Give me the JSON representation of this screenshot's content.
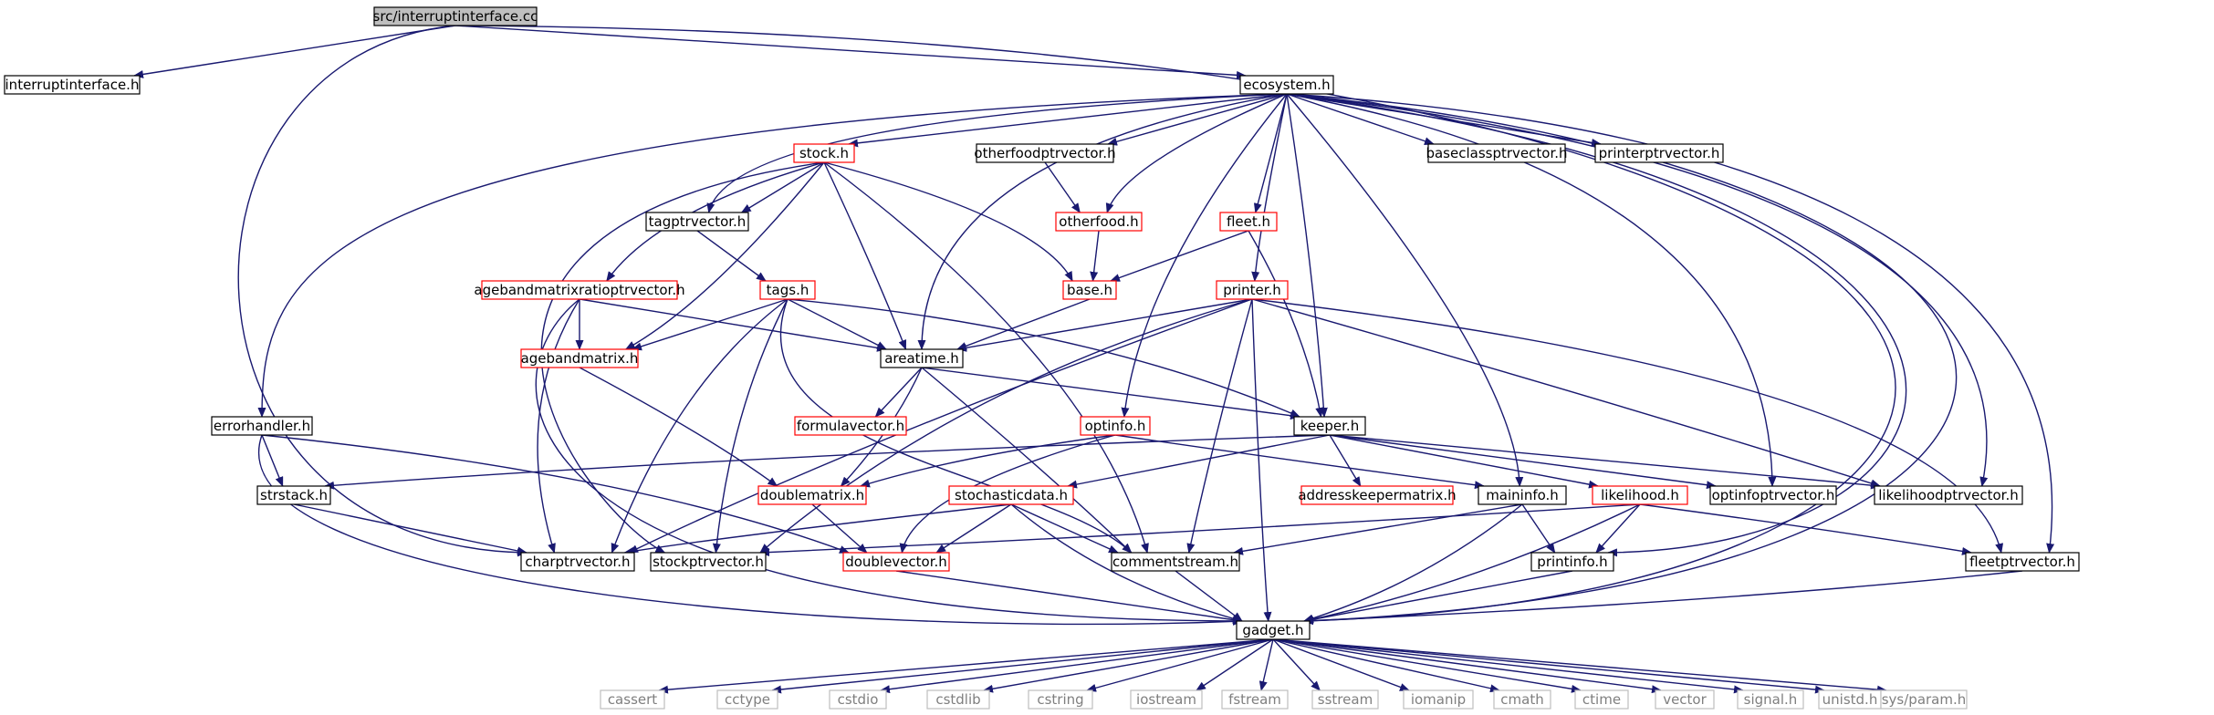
{
  "diagram": {
    "colors": {
      "root_fill": "#bfbfbf",
      "root_border": "#000000",
      "normal_border": "#000000",
      "truncated_border": "#ff0000",
      "system_border": "#bfbfbf",
      "system_text": "#7f7f7f",
      "edge": "#191970"
    },
    "nodes": {
      "root": "src/interruptinterface.cc",
      "interruptinterface_h": "interruptinterface.h",
      "ecosystem_h": "ecosystem.h",
      "errorhandler_h": "errorhandler.h",
      "stock_h": "stock.h",
      "otherfoodptrvector_h": "otherfoodptrvector.h",
      "baseclassptrvector_h": "baseclassptrvector.h",
      "printerptrvector_h": "printerptrvector.h",
      "tagptrvector_h": "tagptrvector.h",
      "otherfood_h": "otherfood.h",
      "fleet_h": "fleet.h",
      "agebandmatrixratioptrvector_h": "agebandmatrixratioptrvector.h",
      "tags_h": "tags.h",
      "base_h": "base.h",
      "printer_h": "printer.h",
      "agebandmatrix_h": "agebandmatrix.h",
      "areatime_h": "areatime.h",
      "formulavector_h": "formulavector.h",
      "optinfo_h": "optinfo.h",
      "keeper_h": "keeper.h",
      "strstack_h": "strstack.h",
      "doublematrix_h": "doublematrix.h",
      "stochasticdata_h": "stochasticdata.h",
      "addresskeepermatrix_h": "addresskeepermatrix.h",
      "maininfo_h": "maininfo.h",
      "likelihood_h": "likelihood.h",
      "optinfoptrvector_h": "optinfoptrvector.h",
      "likelihoodptrvector_h": "likelihoodptrvector.h",
      "charptrvector_h": "charptrvector.h",
      "stockptrvector_h": "stockptrvector.h",
      "doublevector_h": "doublevector.h",
      "commentstream_h": "commentstream.h",
      "printinfo_h": "printinfo.h",
      "fleetptrvector_h": "fleetptrvector.h",
      "gadget_h": "gadget.h",
      "cassert": "cassert",
      "cctype": "cctype",
      "cstdio": "cstdio",
      "cstdlib": "cstdlib",
      "cstring": "cstring",
      "iostream": "iostream",
      "fstream": "fstream",
      "sstream": "sstream",
      "iomanip": "iomanip",
      "cmath": "cmath",
      "ctime": "ctime",
      "vector": "vector",
      "signal_h": "signal.h",
      "unistd_h": "unistd.h",
      "sys_param_h": "sys/param.h"
    }
  }
}
